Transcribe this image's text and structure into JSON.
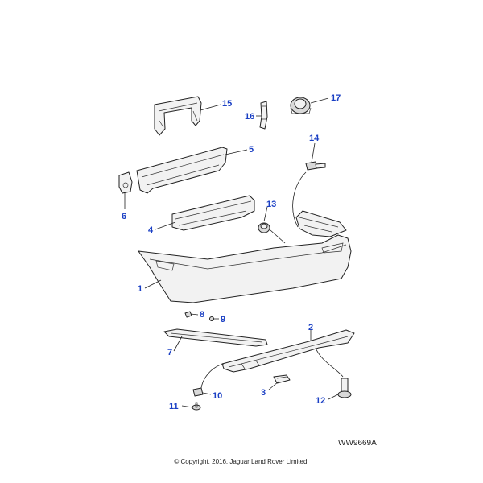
{
  "callouts": {
    "c1": "1",
    "c2": "2",
    "c3": "3",
    "c4": "4",
    "c5": "5",
    "c6": "6",
    "c7": "7",
    "c8": "8",
    "c9": "9",
    "c10": "10",
    "c11": "11",
    "c12": "12",
    "c13": "13",
    "c14": "14",
    "c15": "15",
    "c16": "16",
    "c17": "17"
  },
  "diagram_ref": "WW9669A",
  "copyright": "© Copyright, 2016. Jaguar Land Rover Limited.",
  "colors": {
    "callout": "#1a3fc4",
    "line": "#222222"
  }
}
